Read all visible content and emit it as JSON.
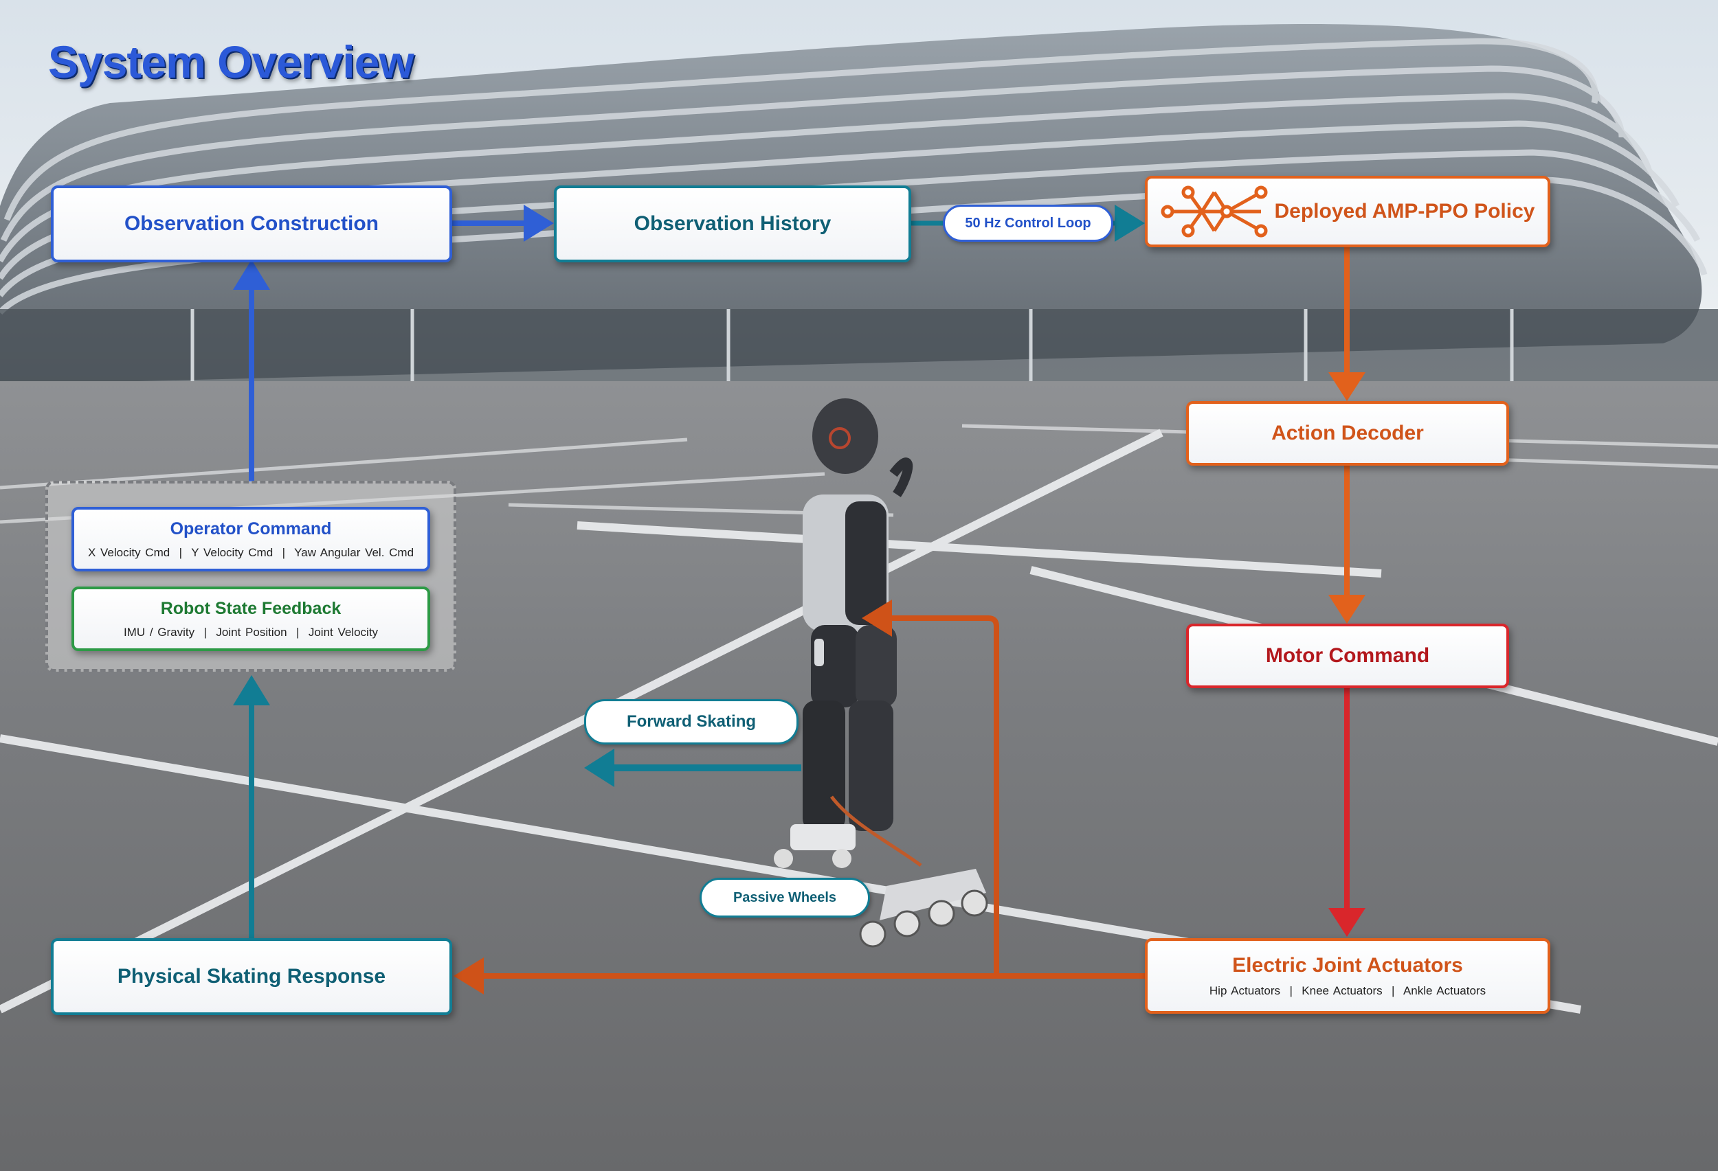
{
  "title": "System Overview",
  "nodes": {
    "observation_construction": "Observation Construction",
    "observation_history": "Observation History",
    "control_loop": "50 Hz Control Loop",
    "policy": "Deployed AMP-PPO Policy",
    "action_decoder": "Action Decoder",
    "motor_command": "Motor Command",
    "actuators": {
      "label": "Electric Joint Actuators",
      "details": "Hip Actuators  |  Knee Actuators  |  Ankle Actuators"
    },
    "physical_response": "Physical Skating Response",
    "operator_command": {
      "label": "Operator Command",
      "details": "X Velocity Cmd  |  Y Velocity Cmd  |  Yaw Angular Vel. Cmd"
    },
    "robot_state": {
      "label": "Robot State Feedback",
      "details": "IMU / Gravity  |  Joint Position  |  Joint Velocity"
    },
    "forward_skating": "Forward Skating",
    "passive_wheels": "Passive Wheels"
  },
  "colors": {
    "blue": "#2f5fd6",
    "teal": "#117d94",
    "orange": "#e2611c",
    "red": "#d9262b",
    "green": "#2d9a46",
    "title": "#2b59d8"
  },
  "icons": {
    "policy": "neural-network-icon"
  },
  "background": "photo-of-curved-glass-stadium-and-empty-parking-lot-with-humanoid-robot-on-inline-skates"
}
